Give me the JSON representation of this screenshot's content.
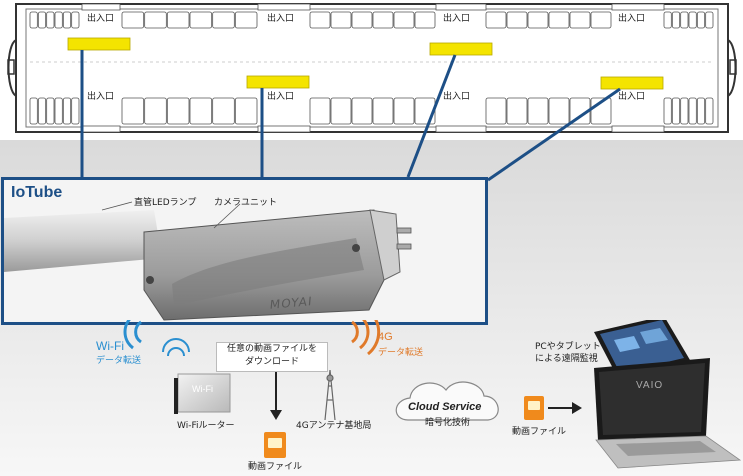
{
  "train": {
    "door_label": "出入口",
    "doors_top": [
      "出入口",
      "出入口",
      "出入口",
      "出入口"
    ],
    "doors_bottom": [
      "出入口",
      "出入口",
      "出入口",
      "出入口"
    ]
  },
  "iotube": {
    "title": "IoTube",
    "label_led": "直管LEDランプ",
    "label_camera": "カメラユニット",
    "brand": "MOYAI"
  },
  "network": {
    "wifi_label": "Wi-Fi",
    "wifi_sub": "データ転送",
    "lte_label": "4G",
    "lte_sub": "データ転送",
    "download_line1": "任意の動画ファイルを",
    "download_line2": "ダウンロード",
    "router_label": "Wi-Fiルーター",
    "router_device_text": "Wi-Fi",
    "antenna_label": "4Gアンテナ基地局",
    "cloud_line1": "Cloud Service",
    "cloud_line2": "暗号化技術",
    "video_file_1": "動画ファイル",
    "video_file_2": "動画ファイル",
    "pc_line1": "PCやタブレット",
    "pc_line2": "による遠隔監視",
    "laptop_brand": "VAIO"
  },
  "colors": {
    "frame": "#1d4f86",
    "wifi_blue": "#2a8fd0",
    "lte_orange": "#e07a2a",
    "lamp_yellow": "#f4e400"
  }
}
